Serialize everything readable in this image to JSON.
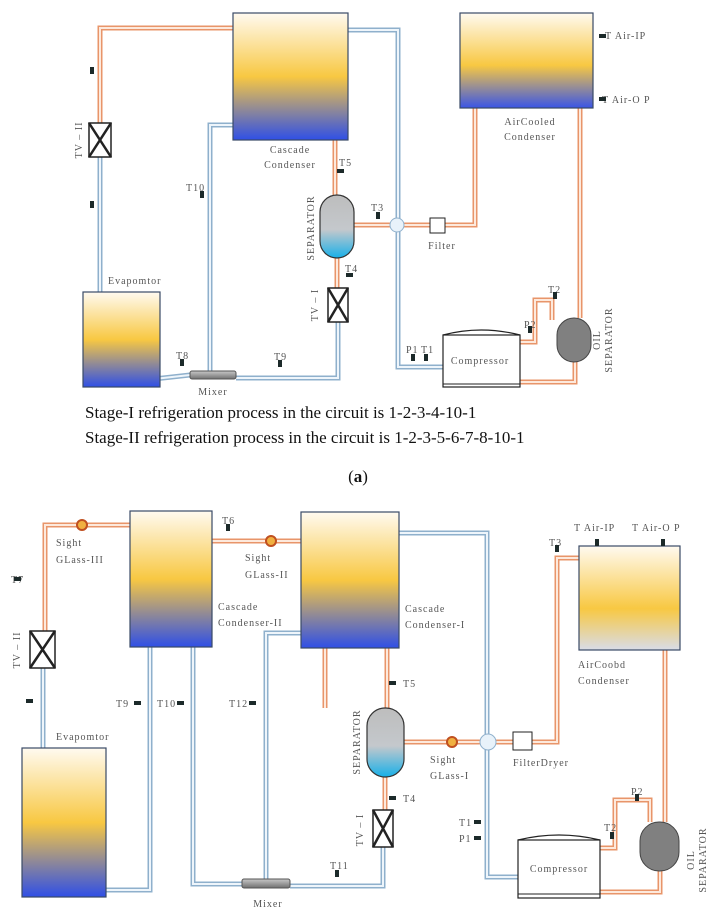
{
  "colors": {
    "hot_pipe": "#e8956a",
    "cold_pipe": "#8fb0cc",
    "tank_top": "#fffaf0",
    "tank_mid": "#f8c842",
    "tank_bottom": "#2f4fe6",
    "separator": "#bfbfbf",
    "oil_separator": "#808080"
  },
  "diagram_a": {
    "cascade_condenser": [
      "Cascade",
      "Condenser"
    ],
    "air_cooled_condenser": [
      "AirCooled",
      "Condenser"
    ],
    "t_air_ip": "T Air-IP",
    "t_air_op": "T Air-O P",
    "tv2": "TV – II",
    "tv1": "TV – I",
    "evaporator": "Evapomtor",
    "mixer": "Mixer",
    "separator": "SEPARATOR",
    "filter": "Filter",
    "compressor": "Compressor",
    "oil_separator": [
      "OIL",
      "SEPARATOR"
    ],
    "sensors": {
      "t1": "T1",
      "t2": "T2",
      "t3": "T3",
      "t4": "T4",
      "t5": "T5",
      "t8": "T8",
      "t9": "T9",
      "t10": "T10",
      "p1": "P1",
      "p2": "P2"
    }
  },
  "captions": {
    "stage1": "Stage-I  refrigeration process in the circuit is 1-2-3-4-10-1",
    "stage2": "Stage-II refrigeration process in the circuit is 1-2-3-5-6-7-8-10-1",
    "label_a_open": "(",
    "label_a": "a",
    "label_a_close": ")"
  },
  "diagram_b": {
    "cascade_condenser_2": [
      "Cascade",
      "Condenser-II"
    ],
    "cascade_condenser_1": [
      "Cascade",
      "Condenser-I"
    ],
    "air_cooled_condenser": [
      "AirCoobd",
      "Condenser"
    ],
    "t_air_ip": "T Air-IP",
    "t_air_op": "T Air-O P",
    "sight_glass_3": [
      "Sight",
      "GLass-III"
    ],
    "sight_glass_2": [
      "Sight",
      "GLass-II"
    ],
    "sight_glass_1": [
      "Sight",
      "GLass-I"
    ],
    "tv2": "TV – II",
    "tv1": "TV – I",
    "evaporator": "Evapomtor",
    "mixer": "Mixer",
    "separator": "SEPARATOR",
    "filter_dryer": "FilterDryer",
    "compressor": "Compressor",
    "oil_separator": [
      "OIL",
      "SEPARATOR"
    ],
    "sensors": {
      "t1": "T1",
      "t2": "T2",
      "t3": "T3",
      "t4": "T4",
      "t5": "T5",
      "t6": "T6",
      "t7": "T7",
      "t9": "T9",
      "t10": "T10",
      "t11": "T11",
      "t12": "T12",
      "p1": "P1",
      "p2": "P2"
    }
  }
}
